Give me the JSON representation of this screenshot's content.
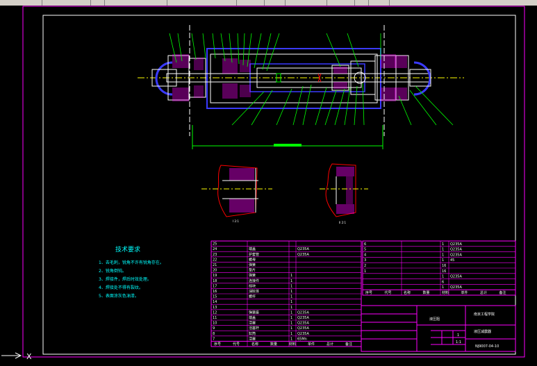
{
  "window": {
    "top_strip_color": "#d4d0c8"
  },
  "colors": {
    "background": "#000000",
    "frame": "#ff00ff",
    "inner_frame": "#ffffff",
    "geometry": "#ffffff",
    "dimension": "#00ff00",
    "hatch": "#ff00ff",
    "cut_outline": "#ff0000",
    "centerline": "#ffff00",
    "blue_parts": "#3a3aff",
    "table_text": "#ffffff",
    "table_lines": "#ff00ff"
  },
  "tech_requirements": {
    "title": "技术要求",
    "items": [
      "1、去毛刺，锐角不许有锐角存在。",
      "2、锐角倒钝。",
      "3、焊接件，焊后时效处理。",
      "4、焊接处不得有裂纹。",
      "5、表面涂灰色油漆。"
    ]
  },
  "section_labels": {
    "left": "I 2:1",
    "right": "II 2:1"
  },
  "bom_left": {
    "rows": [
      {
        "no": "25",
        "name": "",
        "qty": "",
        "mat": ""
      },
      {
        "no": "24",
        "name": "端盖",
        "qty": "",
        "mat": "Q235A"
      },
      {
        "no": "23",
        "name": "护套管",
        "qty": "",
        "mat": "Q235A"
      },
      {
        "no": "22",
        "name": "螺母",
        "qty": "",
        "mat": ""
      },
      {
        "no": "21",
        "name": "弹簧",
        "qty": "",
        "mat": ""
      },
      {
        "no": "20",
        "name": "垫片",
        "qty": "",
        "mat": ""
      },
      {
        "no": "19",
        "name": "弹簧",
        "qty": "1",
        "mat": ""
      },
      {
        "no": "18",
        "name": "连接件",
        "qty": "1",
        "mat": ""
      },
      {
        "no": "17",
        "name": "挡块",
        "qty": "1",
        "mat": ""
      },
      {
        "no": "16",
        "name": "油缸体",
        "qty": "1",
        "mat": ""
      },
      {
        "no": "15",
        "name": "螺杆",
        "qty": "1",
        "mat": ""
      },
      {
        "no": "14",
        "name": "",
        "qty": "1",
        "mat": ""
      },
      {
        "no": "13",
        "name": "",
        "qty": "1",
        "mat": ""
      },
      {
        "no": "12",
        "name": "弹簧座",
        "qty": "1",
        "mat": "Q235A"
      },
      {
        "no": "11",
        "name": "端盖",
        "qty": "1",
        "mat": "Q235A"
      },
      {
        "no": "10",
        "name": "活塞",
        "qty": "1",
        "mat": "Q235A"
      },
      {
        "no": "9",
        "name": "活塞杆",
        "qty": "1",
        "mat": "Q235A"
      },
      {
        "no": "8",
        "name": "缸筒",
        "qty": "1",
        "mat": "Q235A"
      },
      {
        "no": "7",
        "name": "活塞",
        "qty": "1",
        "mat": "65Mn"
      }
    ],
    "footer": [
      "序号",
      "代号",
      "名称",
      "数量",
      "材料",
      "单件",
      "总计",
      "备注"
    ]
  },
  "bom_right": {
    "rows": [
      {
        "no": "6",
        "name": "",
        "qty": "1",
        "mat": "Q235A"
      },
      {
        "no": "5",
        "name": "",
        "qty": "1",
        "mat": "Q235A"
      },
      {
        "no": "4",
        "name": "",
        "qty": "1",
        "mat": "Q235A"
      },
      {
        "no": "3",
        "name": "",
        "qty": "1",
        "mat": "45"
      },
      {
        "no": "2",
        "name": "",
        "qty": "16",
        "mat": ""
      },
      {
        "no": "1",
        "name": "",
        "qty": "16",
        "mat": ""
      },
      {
        "no": "",
        "name": "",
        "qty": "1",
        "mat": "Q235A"
      },
      {
        "no": "",
        "name": "",
        "qty": "6",
        "mat": ""
      },
      {
        "no": "",
        "name": "",
        "qty": "1",
        "mat": "Q235A"
      }
    ],
    "footer": [
      "序号",
      "代号",
      "名称",
      "数量",
      "材料",
      "单件",
      "总计",
      "备注"
    ]
  },
  "title_block": {
    "school": "南京工程学院",
    "drawing_name": "液压减震器",
    "material_cell": "液压阻",
    "scale": "1:1",
    "sheet": "1",
    "drawing_no": "NJ9007-04-10"
  },
  "ucs": {
    "label": "X"
  }
}
